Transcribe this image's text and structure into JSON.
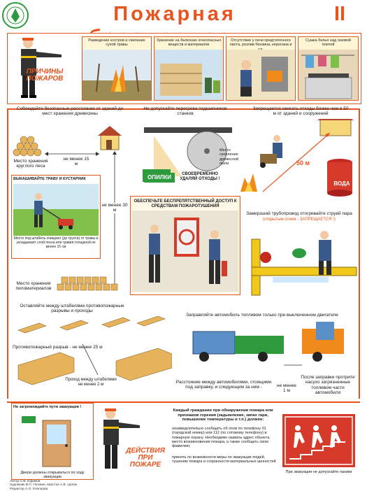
{
  "header": {
    "title": "Пожарная безопасность",
    "roman": "II"
  },
  "causes": {
    "label": "ПРИЧИНЫ ПОЖАРОВ",
    "items": [
      "Разведение костров и сжигание сухой травы",
      "Хранение на балконах огнеопасных веществ и материалов",
      "Отсутствие у печи предтопочного листа, розлив бензина, керосина и т.п.",
      "Сушка белья над газовой плитой"
    ]
  },
  "section_distances": {
    "heading": "Соблюдайте безопасные расстояния от зданий до мест хранения древесины",
    "wood_storage": "Место хранения круглого леса",
    "min15": "не менее 15 м",
    "min30": "не менее 30 м",
    "mow_heading": "ВЫКАШИВАЙТЕ ТРАВУ И КУСТАРНИК",
    "mow_note": "Место под штабель очищают (до грунта) от травы и укладывают слой песка или гравия толщиной не менее 15 см",
    "lumber_storage": "Место хранения пиломатериалов"
  },
  "section_overheat": {
    "heading": "Не допускайте перегрева подшипников станков",
    "sawdust": "Место скопления древесной пыли",
    "bin_label": "ОПИЛКИ",
    "remove_waste": "СВОЕВРЕМЕННО УДАЛЯЙ ОТХОДЫ !"
  },
  "section_burn": {
    "heading": "Запрещается сжигать отходы ближе чем в 50 м от зданий и сооружений",
    "dist": "50 м",
    "water": "ВОДА"
  },
  "extinguish_box": {
    "heading": "ОБЕСПЕЧЬТЕ БЕСПРЕПЯТСТВЕННЫЙ ДОСТУП К СРЕДСТВАМ ПОЖАРОТУШЕНИЯ"
  },
  "pipe": {
    "heading": "Замерзший трубопровод отогревайте струей пара",
    "note": "(открытым огнем - ЗАПРЕЩАЕТСЯ !)"
  },
  "stacks": {
    "heading": "Оставляйте между штабелями противопожарные разрывы и проходы",
    "gap": "Противопожарный разрыв - не менее 25 м",
    "passage": "Проход между штабелями не менее 2 м"
  },
  "refuel": {
    "heading": "Заправляйте автомобиль топливом только при выключенном двигателе",
    "distance_note": "Расстояние между автомобилями, стоящими под заправку, и следующим за ним -",
    "min1": "не менее 1 м",
    "after_note": "После заправки протрите насухо загрязненные топливом части автомобиля"
  },
  "bottom": {
    "exit_heading": "Не загромождайте пути эвакуации !",
    "exit_note": "Двери должны открываться по ходу эвакуации",
    "action_label": "ДЕЙСТВИЯ ПРИ ПОЖАРЕ",
    "instructions_intro": "Каждый гражданин при обнаружении пожара или признаков горения (задымление, запах гари, повышение температуры и т.п.) должен:",
    "instruction_1": "незамедлительно сообщить об этом по телефону 01 (городской номер) или 112 (по сотовому телефону) в пожарную охрану. Необходимо назвать адрес объекта, место возникновения пожара, а также сообщить свою фамилию;",
    "instruction_2": "принять по возможности меры по эвакуации людей, тушению пожара и сохранности материальных ценностей",
    "no_panic": "При эвакуации не допускайте паники"
  },
  "credits": {
    "line1": "Автор С.В. Ефимов",
    "line2": "Художник В.П. Гаганин, верстка А.В. Цолак",
    "line3": "Редактор А.О. Клепцова"
  },
  "colors": {
    "accent": "#e8541c",
    "sign_green": "#2d9a3e",
    "panel_bg": "#fff8e8",
    "wood": "#e6b35a"
  }
}
